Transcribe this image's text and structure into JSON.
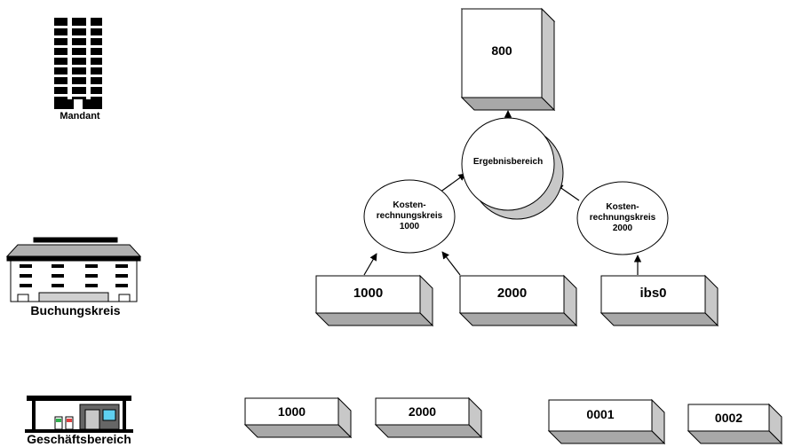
{
  "legend": {
    "mandant": "Mandant",
    "buchungskreis": "Buchungskreis",
    "geschaeftsbereich": "Geschäftsbereich"
  },
  "mandant_box": "800",
  "ergebnisbereich": "Ergebnisbereich",
  "kostenrechnungskreise": [
    {
      "label": "Kosten-\nrechnungskreis\n1000"
    },
    {
      "label": "Kosten-\nrechnungskreis\n2000"
    }
  ],
  "buchungskreise": [
    "1000",
    "2000",
    "ibs0"
  ],
  "geschaeftsbereiche": [
    "1000",
    "2000",
    "0001",
    "0002"
  ],
  "colors": {
    "stroke": "#000000",
    "side_fill": "#c8c8c8",
    "building": "#000000"
  }
}
